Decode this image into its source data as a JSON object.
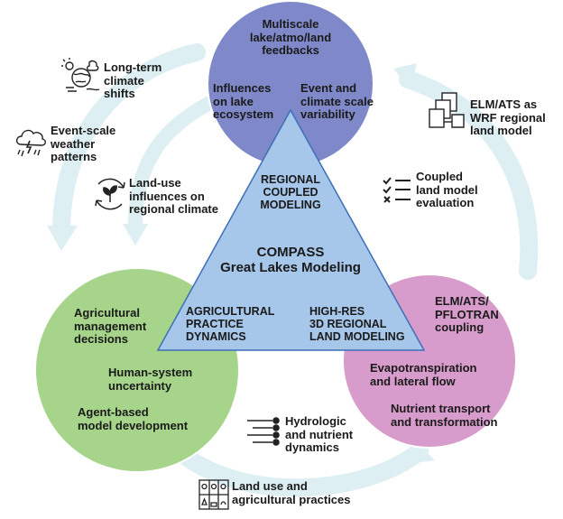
{
  "triangle": {
    "title": "COMPASS\nGreat Lakes Modeling",
    "top_label": "REGIONAL\nCOUPLED\nMODELING",
    "left_label": "AGRICULTURAL\nPRACTICE\nDYNAMICS",
    "right_label": "HIGH-RES\n3D REGIONAL\nLAND MODELING"
  },
  "circles": {
    "top": {
      "color": "#7f88c8",
      "items": [
        "Multiscale\nlake/atmo/land\nfeedbacks",
        "Influences\non lake\necosystem",
        "Event and\nclimate scale\nvariability"
      ]
    },
    "left": {
      "color": "#a6d48a",
      "items": [
        "Agricultural\nmanagement\ndecisions",
        "Human-system\nuncertainty",
        "Agent-based\nmodel development"
      ]
    },
    "right": {
      "color": "#d79ccb",
      "items": [
        "ELM/ATS/\nPFLOTRAN\ncoupling",
        "Evapotranspiration\nand lateral flow",
        "Nutrient transport\nand transformation"
      ]
    }
  },
  "connectors": [
    {
      "label": "Long-term\nclimate\nshifts",
      "icon": "globe-climate-icon"
    },
    {
      "label": "Event-scale\nweather\npatterns",
      "icon": "storm-cloud-icon"
    },
    {
      "label": "Land-use\ninfluences on\nregional climate",
      "icon": "plant-cycle-icon"
    },
    {
      "label": "ELM/ATS as\nWRF regional\nland model",
      "icon": "linked-documents-icon"
    },
    {
      "label": "Coupled\nland model\nevaluation",
      "icon": "checklist-icon"
    },
    {
      "label": "Hydrologic\nand nutrient\ndynamics",
      "icon": "flow-lines-icon"
    },
    {
      "label": "Land use and\nagricultural practices",
      "icon": "land-plots-icon"
    }
  ],
  "colors": {
    "triangle_fill": "#a6c6ea",
    "triangle_stroke": "#3d6fb8",
    "arrow": "#ddeff3"
  }
}
